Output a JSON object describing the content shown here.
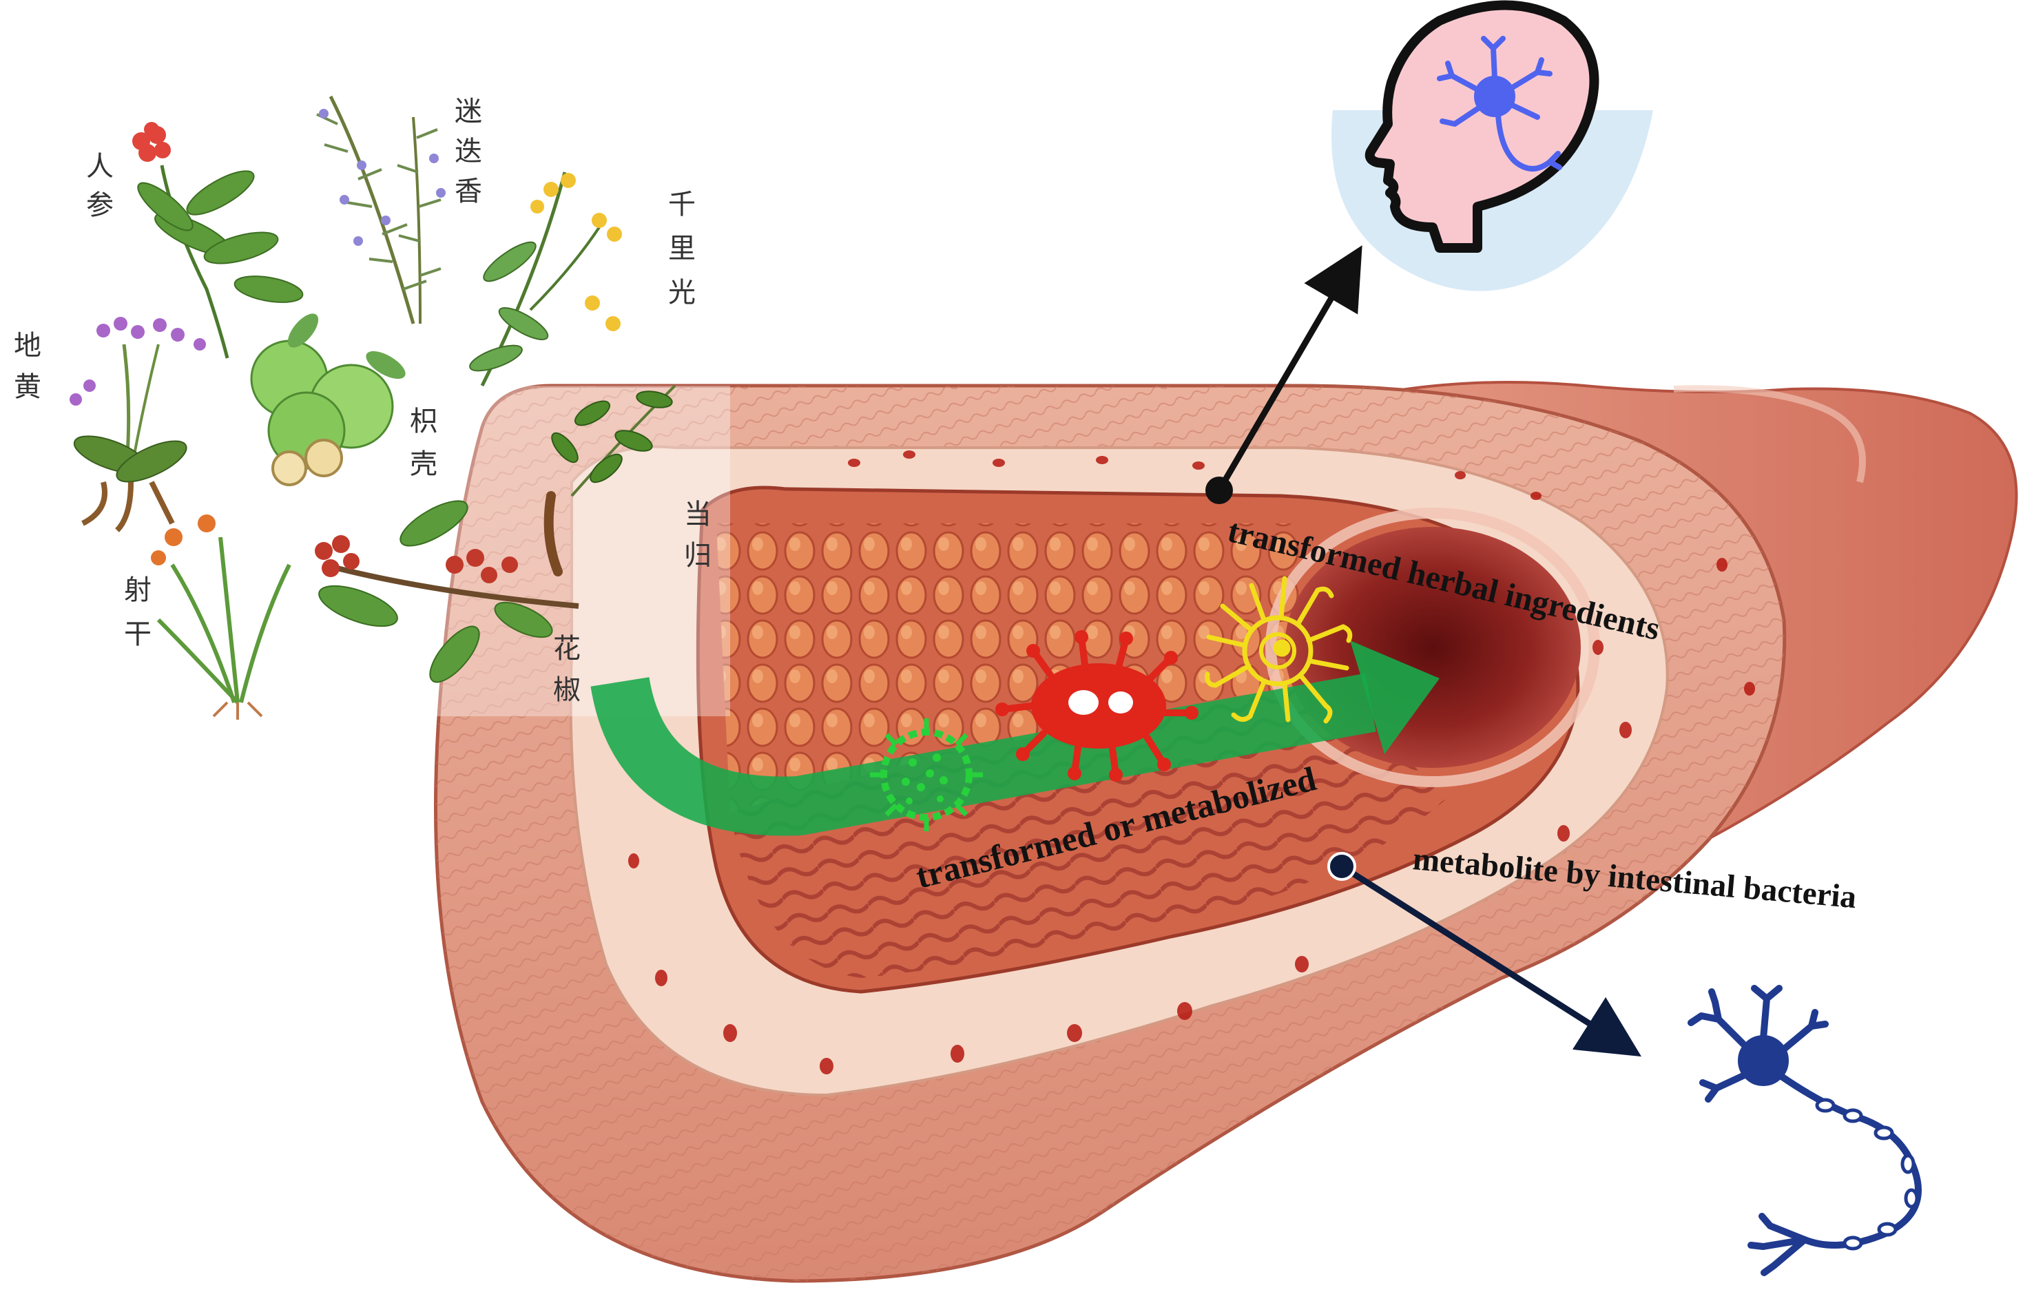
{
  "herbs": [
    {
      "id": "renshen",
      "chars": [
        "人",
        "参"
      ]
    },
    {
      "id": "midiexiang",
      "chars": [
        "迷",
        "迭",
        "香"
      ]
    },
    {
      "id": "qianliguang",
      "chars": [
        "千",
        "里",
        "光"
      ]
    },
    {
      "id": "dihuang",
      "chars": [
        "地",
        "黄"
      ]
    },
    {
      "id": "zhiqiao",
      "chars": [
        "枳",
        "壳"
      ]
    },
    {
      "id": "danggui",
      "chars": [
        "当",
        "归"
      ]
    },
    {
      "id": "shegan",
      "chars": [
        "射",
        "干"
      ]
    },
    {
      "id": "huajiao",
      "chars": [
        "花",
        "椒"
      ]
    }
  ],
  "labels": {
    "transformed_herbal": "transformed herbal ingredients",
    "transformed_metabolized": "transformed or metabolized",
    "metabolite_bacteria": "metabolite by intestinal bacteria"
  },
  "colors": {
    "flow_arrow": "#17a84a",
    "mucosa": "#c95a45",
    "wall": "#e8a894",
    "bacterium_red": "#e0251b",
    "bacterium_green": "#27d13c",
    "bacterium_yellow": "#f2dd1c",
    "brain_neuron": "#4f63ee",
    "enteric_neuron": "#1f3a8f",
    "head_fill": "#f9c8cf"
  },
  "icons": [
    "head-brain-icon",
    "enteric-neuron-icon",
    "virus-microbe-icon",
    "bacterium-icon",
    "fungal-microbe-icon"
  ]
}
